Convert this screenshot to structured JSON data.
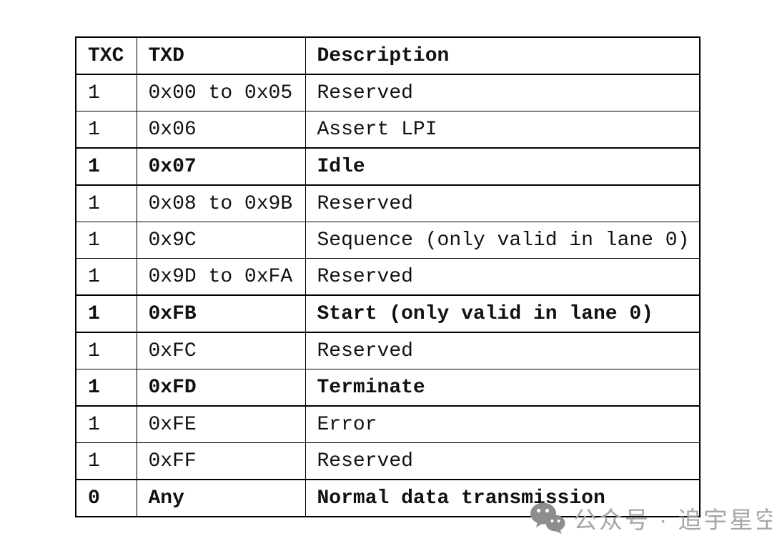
{
  "page": {
    "background_color": "#ffffff",
    "border_color": "#000000",
    "text_color": "#111111"
  },
  "table": {
    "columns": [
      "TXC",
      "TXD",
      "Description"
    ],
    "rows": [
      {
        "txc": "1",
        "txd": "0x00 to 0x05",
        "description": "Reserved",
        "emphasis": false,
        "border_top": "thick"
      },
      {
        "txc": "1",
        "txd": "0x06",
        "description": "Assert LPI",
        "emphasis": false,
        "border_top": "thin"
      },
      {
        "txc": "1",
        "txd": "0x07",
        "description": "Idle",
        "emphasis": true,
        "border_top": "thick"
      },
      {
        "txc": "1",
        "txd": "0x08 to 0x9B",
        "description": "Reserved",
        "emphasis": false,
        "border_top": "thick"
      },
      {
        "txc": "1",
        "txd": "0x9C",
        "description": "Sequence (only valid in lane 0)",
        "emphasis": false,
        "border_top": "thin"
      },
      {
        "txc": "1",
        "txd": "0x9D to 0xFA",
        "description": "Reserved",
        "emphasis": false,
        "border_top": "thin"
      },
      {
        "txc": "1",
        "txd": "0xFB",
        "description": "Start (only valid in lane 0)",
        "emphasis": true,
        "border_top": "thick"
      },
      {
        "txc": "1",
        "txd": "0xFC",
        "description": "Reserved",
        "emphasis": false,
        "border_top": "thick"
      },
      {
        "txc": "1",
        "txd": "0xFD",
        "description": "Terminate",
        "emphasis": true,
        "border_top": "thin"
      },
      {
        "txc": "1",
        "txd": "0xFE",
        "description": "Error",
        "emphasis": false,
        "border_top": "thick"
      },
      {
        "txc": "1",
        "txd": "0xFF",
        "description": "Reserved",
        "emphasis": false,
        "border_top": "thin"
      },
      {
        "txc": "0",
        "txd": "Any",
        "description": "Normal data transmission",
        "emphasis": true,
        "border_top": "thick"
      }
    ]
  },
  "watermark": {
    "icon": "wechat-icon",
    "text": "公众号 · 追宇星空",
    "text_color": "#a6a6a6",
    "icon_color": "#8d8d8d"
  }
}
